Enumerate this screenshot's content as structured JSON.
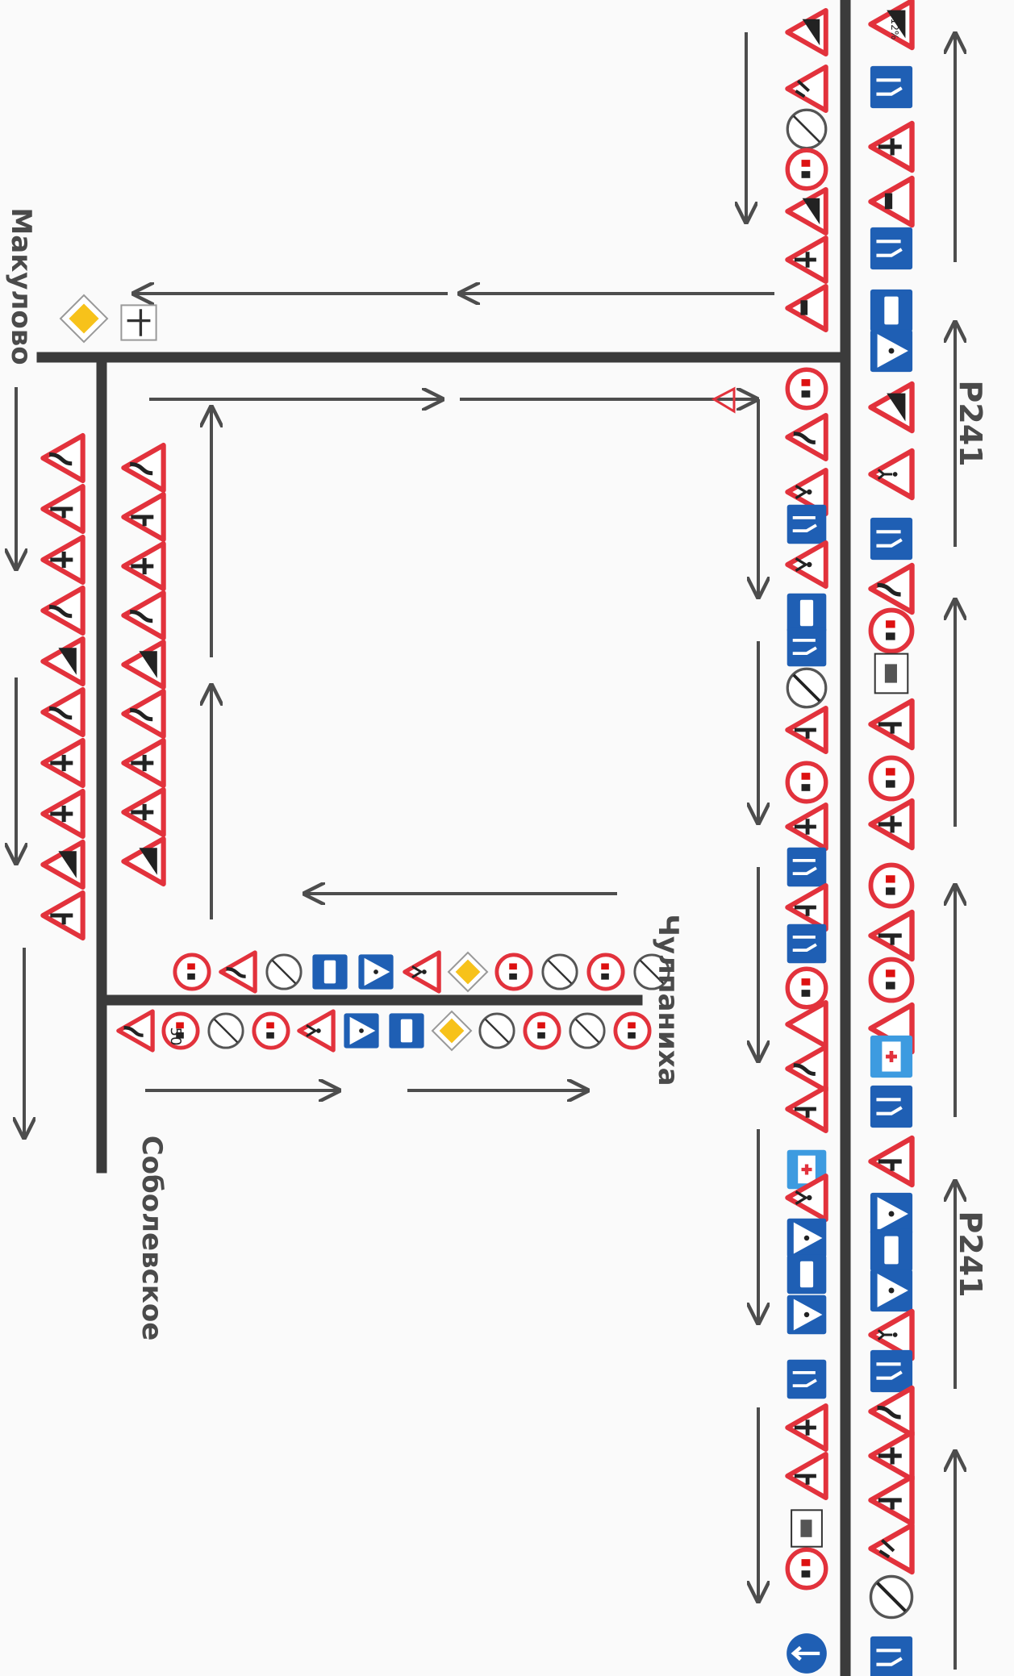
{
  "labels": {
    "road_top": "Р241",
    "road_bottom": "Р241",
    "village_west": "Макулово",
    "village_chulpanikha": "Чулпаниха",
    "village_sobolevskoe": "Соболевское"
  },
  "colors": {
    "road": "#3b3b3b",
    "arrow": "#4d4d4d",
    "sign_red": "#e2323c",
    "sign_blue": "#1f5fb4",
    "sign_light_blue": "#3d9be0",
    "priority_yellow": "#f7c21a"
  },
  "plaque_texts": {
    "grade": "12%",
    "speed_limit": "50"
  },
  "sign_groups": [
    {
      "name": "highway-right-side",
      "signs": [
        "warning-grade",
        "lane-direction",
        "crossroad",
        "cattle",
        "lane-direction",
        "bus-stop",
        "pedestrian-crossing",
        "warning-grade",
        "pedestrian",
        "lane-direction",
        "road-bend",
        "no-overtaking",
        "photo-radar",
        "side-road",
        "no-overtaking",
        "crossroad",
        "no-overtaking",
        "side-road",
        "no-overtaking",
        "give-way",
        "hospital",
        "lane-direction",
        "side-road",
        "pedestrian-crossing",
        "bus-stop",
        "pedestrian-crossing",
        "pedestrian",
        "lane-direction",
        "road-bend",
        "crossroad",
        "side-road",
        "road-works",
        "end-no-overtaking",
        "lane-direction"
      ]
    },
    {
      "name": "highway-left-side",
      "signs": [
        "warning-grade",
        "road-works",
        "end-restriction",
        "no-overtaking",
        "warning-grade",
        "crossroad",
        "cattle",
        "no-overtaking",
        "road-bend",
        "children",
        "lane-direction",
        "children",
        "bus-stop",
        "lane-direction",
        "end-no-overtaking",
        "side-road",
        "no-overtaking",
        "crossroad",
        "lane-direction",
        "side-road",
        "lane-direction",
        "no-overtaking",
        "give-way",
        "road-bend",
        "side-road",
        "hospital",
        "children",
        "pedestrian-crossing",
        "bus-stop",
        "pedestrian-crossing",
        "lane-direction",
        "crossroad",
        "side-road",
        "photo-radar",
        "no-overtaking",
        "straight-only"
      ]
    }
  ]
}
